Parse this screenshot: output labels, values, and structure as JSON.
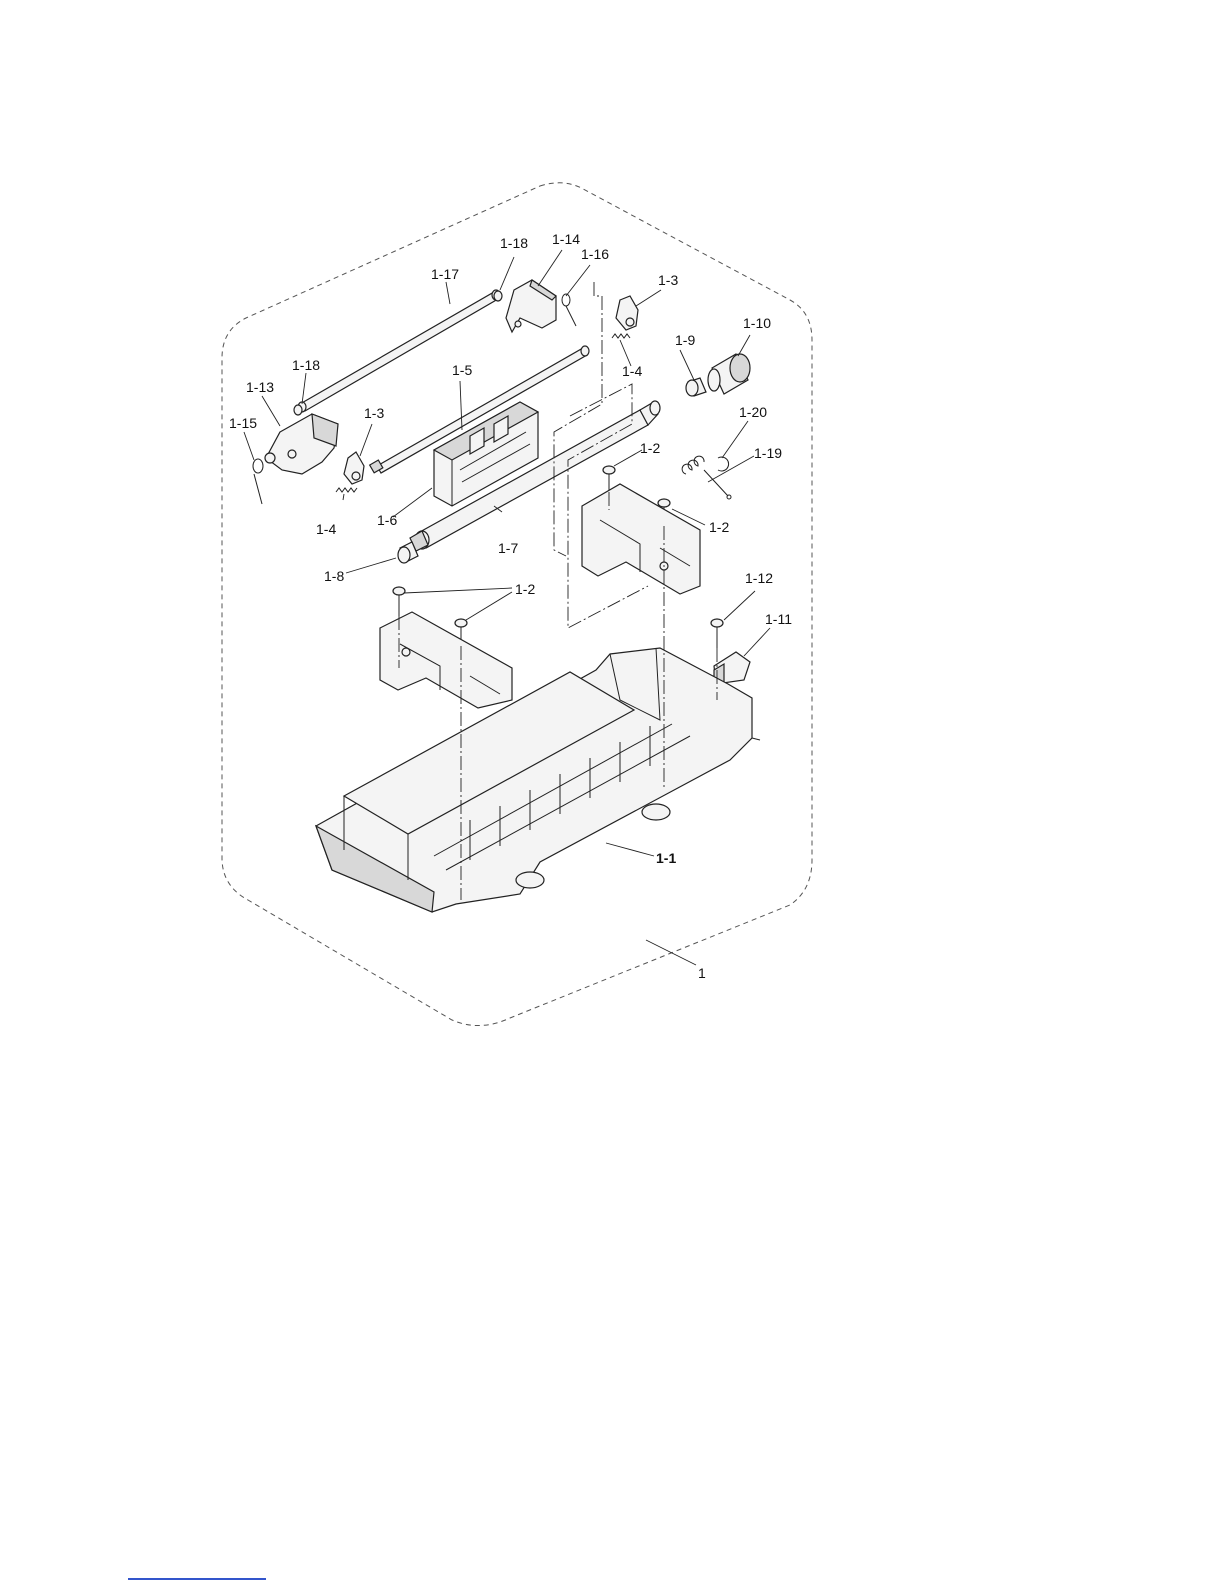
{
  "diagram": {
    "labels": {
      "1": "1",
      "1_1": "1-1",
      "1_2": "1-2",
      "1_3": "1-3",
      "1_4": "1-4",
      "1_5": "1-5",
      "1_6": "1-6",
      "1_7": "1-7",
      "1_8": "1-8",
      "1_9": "1-9",
      "1_10": "1-10",
      "1_11": "1-11",
      "1_12": "1-12",
      "1_13": "1-13",
      "1_14": "1-14",
      "1_15": "1-15",
      "1_16": "1-16",
      "1_17": "1-17",
      "1_18": "1-18",
      "1_19": "1-19",
      "1_20": "1-20"
    }
  }
}
